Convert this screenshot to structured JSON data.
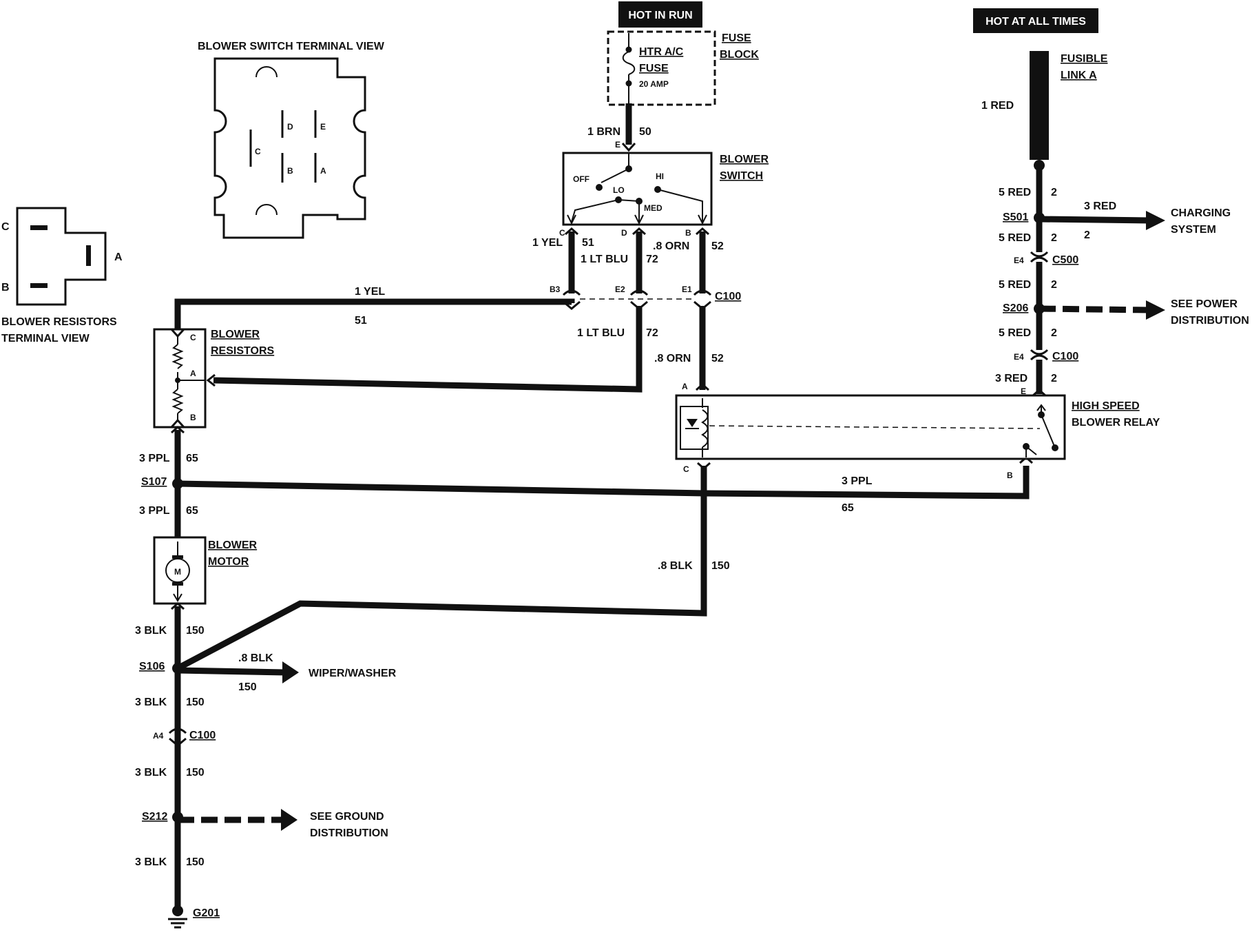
{
  "banners": {
    "hot_in_run": "HOT IN RUN",
    "hot_at_all_times": "HOT AT ALL TIMES"
  },
  "views": {
    "blower_switch_view": "BLOWER SWITCH TERMINAL VIEW",
    "resistor_view_line1": "BLOWER RESISTORS",
    "resistor_view_line2": "TERMINAL VIEW",
    "switch_terminals": [
      "D",
      "E",
      "C",
      "B",
      "A"
    ],
    "resistor_terminals": [
      "C",
      "A",
      "B"
    ]
  },
  "components": {
    "fuse_block": [
      "FUSE",
      "BLOCK"
    ],
    "fuse": [
      "HTR A/C",
      "FUSE",
      "20 AMP"
    ],
    "fusible_link": [
      "FUSIBLE",
      "LINK A"
    ],
    "blower_switch": [
      "BLOWER",
      "SWITCH"
    ],
    "switch_positions": {
      "off": "OFF",
      "lo": "LO",
      "hi": "HI",
      "med": "MED"
    },
    "blower_resistors": [
      "BLOWER",
      "RESISTORS"
    ],
    "blower_motor": [
      "BLOWER",
      "MOTOR"
    ],
    "motor_symbol": "M",
    "relay": [
      "HIGH SPEED",
      "BLOWER RELAY"
    ]
  },
  "destinations": {
    "charging": [
      "CHARGING",
      "SYSTEM"
    ],
    "power": [
      "SEE POWER",
      "DISTRIBUTION"
    ],
    "wiper": "WIPER/WASHER",
    "ground": [
      "SEE GROUND",
      "DISTRIBUTION"
    ]
  },
  "wires": {
    "brn": {
      "size": "1 BRN",
      "circuit": "50"
    },
    "yel": {
      "size": "1 YEL",
      "circuit": "51"
    },
    "ltblu": {
      "size": "1 LT BLU",
      "circuit": "72"
    },
    "orn": {
      "size": ".8 ORN",
      "circuit": "52"
    },
    "ppl": {
      "size": "3 PPL",
      "circuit": "65"
    },
    "blk3": {
      "size": "3 BLK",
      "circuit": "150"
    },
    "blk8": {
      "size": ".8 BLK",
      "circuit": "150"
    },
    "red1": {
      "size": "1 RED"
    },
    "red5": {
      "size": "5 RED",
      "circuit": "2"
    },
    "red3": {
      "size": "3 RED",
      "circuit": "2"
    }
  },
  "connectors": {
    "e": "E",
    "c": "C",
    "d": "D",
    "b": "B",
    "a": "A",
    "b3": "B3",
    "e2": "E2",
    "e1": "E1",
    "e4": "E4",
    "a4": "A4",
    "c100": "C100",
    "c500": "C500"
  },
  "splices": {
    "s501": "S501",
    "s206": "S206",
    "s107": "S107",
    "s106": "S106",
    "s212": "S212"
  },
  "ground": "G201"
}
